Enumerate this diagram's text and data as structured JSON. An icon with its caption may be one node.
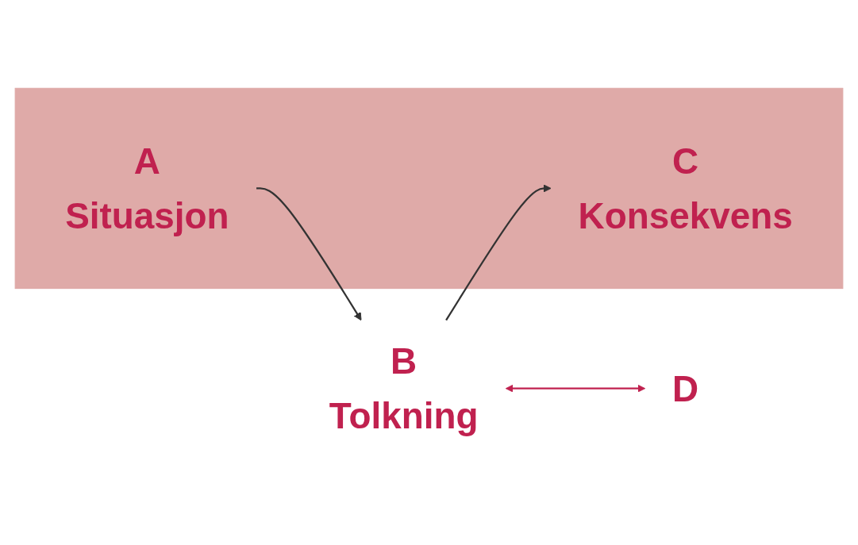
{
  "diagram": {
    "nodes": [
      {
        "text": [],
        "shape": "arrow"
      },
      {
        "text": [
          "A",
          "Situasjon"
        ],
        "in": 0
      },
      {
        "text": [
          "C",
          "Konsekvens"
        ],
        "in": 0
      },
      {
        "text": [
          "B",
          "Tolkning"
        ]
      },
      {
        "text": [
          "D"
        ]
      }
    ],
    "edges": [
      {
        "from": 1,
        "to": 3,
        "arrow": "to"
      },
      {
        "from": 3,
        "to": 2,
        "arrow": "to"
      },
      {
        "from": 3,
        "to": 4,
        "arrow": "both",
        "color": "#c0214f"
      }
    ]
  }
}
